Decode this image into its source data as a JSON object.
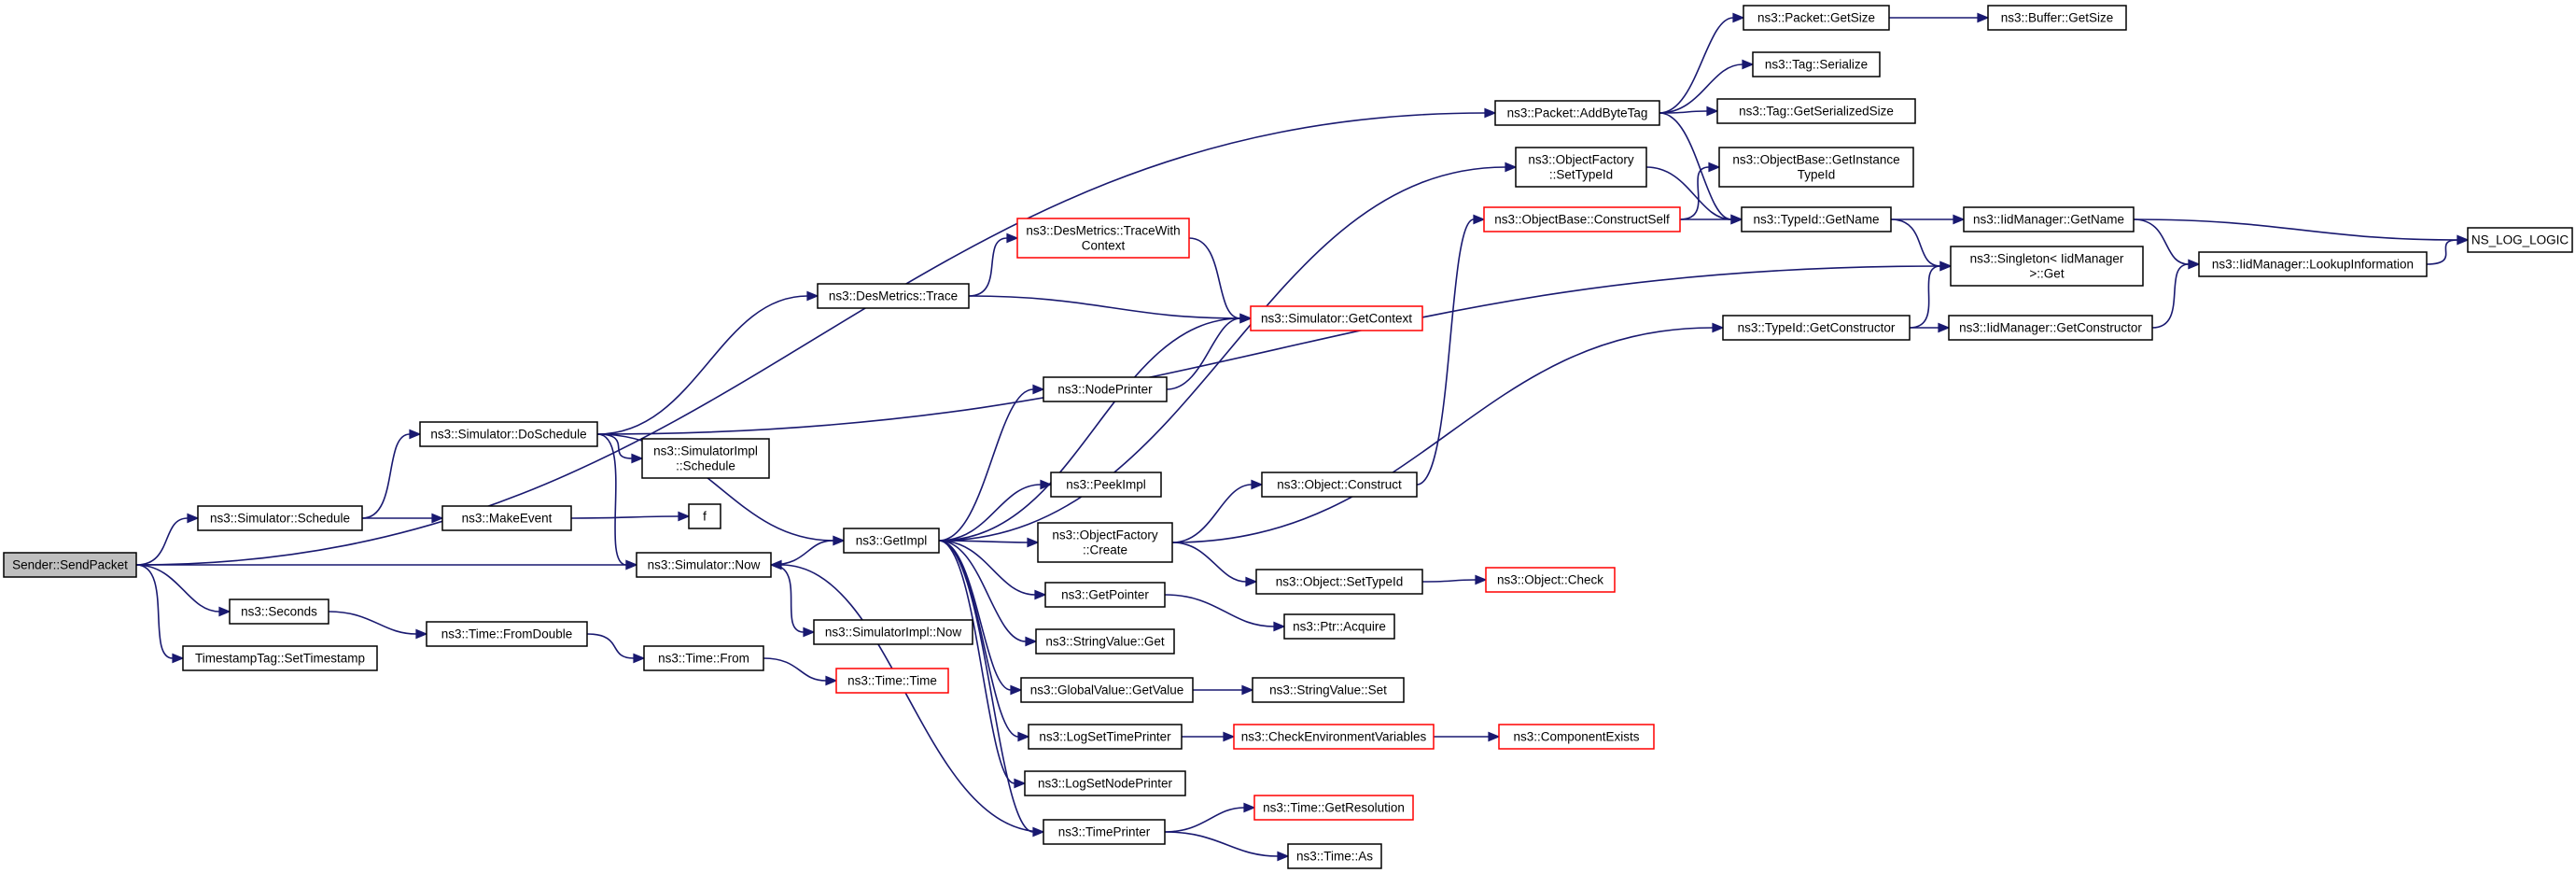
{
  "nodes": [
    {
      "id": "send_packet",
      "lines": [
        "Sender::SendPacket"
      ],
      "style": "root"
    },
    {
      "id": "sim_schedule",
      "lines": [
        "ns3::Simulator::Schedule"
      ],
      "style": "normal"
    },
    {
      "id": "seconds",
      "lines": [
        "ns3::Seconds"
      ],
      "style": "normal"
    },
    {
      "id": "set_timestamp",
      "lines": [
        "TimestampTag::SetTimestamp"
      ],
      "style": "normal"
    },
    {
      "id": "do_schedule",
      "lines": [
        "ns3::Simulator::DoSchedule"
      ],
      "style": "normal"
    },
    {
      "id": "make_event",
      "lines": [
        "ns3::MakeEvent"
      ],
      "style": "normal"
    },
    {
      "id": "f",
      "lines": [
        "f"
      ],
      "style": "normal"
    },
    {
      "id": "sim_now",
      "lines": [
        "ns3::Simulator::Now"
      ],
      "style": "normal"
    },
    {
      "id": "simimpl_schedule",
      "lines": [
        "ns3::SimulatorImpl",
        "::Schedule"
      ],
      "style": "normal"
    },
    {
      "id": "simimpl_now",
      "lines": [
        "ns3::SimulatorImpl::Now"
      ],
      "style": "normal"
    },
    {
      "id": "from_double",
      "lines": [
        "ns3::Time::FromDouble"
      ],
      "style": "normal"
    },
    {
      "id": "time_from",
      "lines": [
        "ns3::Time::From"
      ],
      "style": "normal"
    },
    {
      "id": "time_time",
      "lines": [
        "ns3::Time::Time"
      ],
      "style": "red"
    },
    {
      "id": "desmetrics_trace",
      "lines": [
        "ns3::DesMetrics::Trace"
      ],
      "style": "normal"
    },
    {
      "id": "desmetrics_tracewith",
      "lines": [
        "ns3::DesMetrics::TraceWith",
        "Context"
      ],
      "style": "red"
    },
    {
      "id": "get_context",
      "lines": [
        "ns3::Simulator::GetContext"
      ],
      "style": "red"
    },
    {
      "id": "get_impl",
      "lines": [
        "ns3::GetImpl"
      ],
      "style": "normal"
    },
    {
      "id": "node_printer",
      "lines": [
        "ns3::NodePrinter"
      ],
      "style": "normal"
    },
    {
      "id": "peek_impl",
      "lines": [
        "ns3::PeekImpl"
      ],
      "style": "normal"
    },
    {
      "id": "objfactory_create",
      "lines": [
        "ns3::ObjectFactory",
        "::Create"
      ],
      "style": "normal"
    },
    {
      "id": "get_pointer",
      "lines": [
        "ns3::GetPointer"
      ],
      "style": "normal"
    },
    {
      "id": "stringvalue_get",
      "lines": [
        "ns3::StringValue::Get"
      ],
      "style": "normal"
    },
    {
      "id": "globalvalue_getvalue",
      "lines": [
        "ns3::GlobalValue::GetValue"
      ],
      "style": "normal"
    },
    {
      "id": "log_set_time_printer",
      "lines": [
        "ns3::LogSetTimePrinter"
      ],
      "style": "normal"
    },
    {
      "id": "log_set_node_printer",
      "lines": [
        "ns3::LogSetNodePrinter"
      ],
      "style": "normal"
    },
    {
      "id": "time_printer",
      "lines": [
        "ns3::TimePrinter"
      ],
      "style": "normal"
    },
    {
      "id": "object_construct",
      "lines": [
        "ns3::Object::Construct"
      ],
      "style": "normal"
    },
    {
      "id": "object_settypeid",
      "lines": [
        "ns3::Object::SetTypeId"
      ],
      "style": "normal"
    },
    {
      "id": "ptr_acquire",
      "lines": [
        "ns3::Ptr::Acquire"
      ],
      "style": "normal"
    },
    {
      "id": "stringvalue_set",
      "lines": [
        "ns3::StringValue::Set"
      ],
      "style": "normal"
    },
    {
      "id": "check_env_vars",
      "lines": [
        "ns3::CheckEnvironmentVariables"
      ],
      "style": "red"
    },
    {
      "id": "component_exists",
      "lines": [
        "ns3::ComponentExists"
      ],
      "style": "red"
    },
    {
      "id": "get_resolution",
      "lines": [
        "ns3::Time::GetResolution"
      ],
      "style": "red"
    },
    {
      "id": "time_as",
      "lines": [
        "ns3::Time::As"
      ],
      "style": "normal"
    },
    {
      "id": "object_check",
      "lines": [
        "ns3::Object::Check"
      ],
      "style": "red"
    },
    {
      "id": "objfactory_settypeid",
      "lines": [
        "ns3::ObjectFactory",
        "::SetTypeId"
      ],
      "style": "normal"
    },
    {
      "id": "objbase_constructself",
      "lines": [
        "ns3::ObjectBase::ConstructSelf"
      ],
      "style": "red"
    },
    {
      "id": "packet_addbytetag",
      "lines": [
        "ns3::Packet::AddByteTag"
      ],
      "style": "normal"
    },
    {
      "id": "packet_getsize",
      "lines": [
        "ns3::Packet::GetSize"
      ],
      "style": "normal"
    },
    {
      "id": "buffer_getsize",
      "lines": [
        "ns3::Buffer::GetSize"
      ],
      "style": "normal"
    },
    {
      "id": "tag_serialize",
      "lines": [
        "ns3::Tag::Serialize"
      ],
      "style": "normal"
    },
    {
      "id": "tag_getserializedsize",
      "lines": [
        "ns3::Tag::GetSerializedSize"
      ],
      "style": "normal"
    },
    {
      "id": "objbase_getinstancetypeid",
      "lines": [
        "ns3::ObjectBase::GetInstance",
        "TypeId"
      ],
      "style": "normal"
    },
    {
      "id": "typeid_getname",
      "lines": [
        "ns3::TypeId::GetName"
      ],
      "style": "normal"
    },
    {
      "id": "typeid_getconstructor",
      "lines": [
        "ns3::TypeId::GetConstructor"
      ],
      "style": "normal"
    },
    {
      "id": "singleton_get",
      "lines": [
        "ns3::Singleton< IidManager",
        ">::Get"
      ],
      "style": "normal"
    },
    {
      "id": "iid_getname",
      "lines": [
        "ns3::IidManager::GetName"
      ],
      "style": "normal"
    },
    {
      "id": "iid_getconstructor",
      "lines": [
        "ns3::IidManager::GetConstructor"
      ],
      "style": "normal"
    },
    {
      "id": "iid_lookupinformation",
      "lines": [
        "ns3::IidManager::LookupInformation"
      ],
      "style": "normal"
    },
    {
      "id": "ns_log_logic",
      "lines": [
        "NS_LOG_LOGIC"
      ],
      "style": "normal"
    }
  ],
  "edges": [
    [
      "send_packet",
      "packet_addbytetag"
    ],
    [
      "send_packet",
      "sim_schedule"
    ],
    [
      "send_packet",
      "sim_now"
    ],
    [
      "send_packet",
      "seconds"
    ],
    [
      "send_packet",
      "set_timestamp"
    ],
    [
      "sim_schedule",
      "do_schedule"
    ],
    [
      "sim_schedule",
      "make_event"
    ],
    [
      "make_event",
      "f"
    ],
    [
      "do_schedule",
      "desmetrics_trace"
    ],
    [
      "do_schedule",
      "singleton_get"
    ],
    [
      "do_schedule",
      "get_impl"
    ],
    [
      "do_schedule",
      "simimpl_schedule"
    ],
    [
      "do_schedule",
      "sim_now"
    ],
    [
      "sim_now",
      "get_impl"
    ],
    [
      "sim_now",
      "simimpl_now"
    ],
    [
      "seconds",
      "from_double"
    ],
    [
      "from_double",
      "time_from"
    ],
    [
      "time_from",
      "time_time"
    ],
    [
      "desmetrics_trace",
      "desmetrics_tracewith"
    ],
    [
      "desmetrics_trace",
      "get_context"
    ],
    [
      "desmetrics_tracewith",
      "get_context"
    ],
    [
      "get_impl",
      "get_context"
    ],
    [
      "get_impl",
      "node_printer"
    ],
    [
      "node_printer",
      "get_context"
    ],
    [
      "get_impl",
      "objfactory_settypeid"
    ],
    [
      "get_impl",
      "peek_impl"
    ],
    [
      "get_impl",
      "objfactory_create"
    ],
    [
      "get_impl",
      "get_pointer"
    ],
    [
      "get_impl",
      "stringvalue_get"
    ],
    [
      "get_impl",
      "globalvalue_getvalue"
    ],
    [
      "get_impl",
      "log_set_time_printer"
    ],
    [
      "get_impl",
      "log_set_node_printer"
    ],
    [
      "get_impl",
      "time_printer"
    ],
    [
      "time_printer",
      "sim_now"
    ],
    [
      "objfactory_create",
      "object_construct"
    ],
    [
      "objfactory_create",
      "object_settypeid"
    ],
    [
      "objfactory_create",
      "typeid_getconstructor"
    ],
    [
      "object_construct",
      "objbase_constructself"
    ],
    [
      "object_settypeid",
      "object_check"
    ],
    [
      "get_pointer",
      "ptr_acquire"
    ],
    [
      "globalvalue_getvalue",
      "stringvalue_set"
    ],
    [
      "log_set_time_printer",
      "check_env_vars"
    ],
    [
      "check_env_vars",
      "component_exists"
    ],
    [
      "time_printer",
      "get_resolution"
    ],
    [
      "time_printer",
      "time_as"
    ],
    [
      "objfactory_settypeid",
      "typeid_getname"
    ],
    [
      "objbase_constructself",
      "objbase_getinstancetypeid"
    ],
    [
      "objbase_constructself",
      "typeid_getname"
    ],
    [
      "packet_addbytetag",
      "packet_getsize"
    ],
    [
      "packet_getsize",
      "buffer_getsize"
    ],
    [
      "packet_addbytetag",
      "tag_serialize"
    ],
    [
      "packet_addbytetag",
      "tag_getserializedsize"
    ],
    [
      "packet_addbytetag",
      "typeid_getname"
    ],
    [
      "typeid_getname",
      "iid_getname"
    ],
    [
      "typeid_getname",
      "singleton_get"
    ],
    [
      "typeid_getconstructor",
      "singleton_get"
    ],
    [
      "typeid_getconstructor",
      "iid_getconstructor"
    ],
    [
      "iid_getname",
      "iid_lookupinformation"
    ],
    [
      "iid_getname",
      "ns_log_logic"
    ],
    [
      "iid_getconstructor",
      "iid_lookupinformation"
    ],
    [
      "iid_lookupinformation",
      "ns_log_logic"
    ]
  ]
}
